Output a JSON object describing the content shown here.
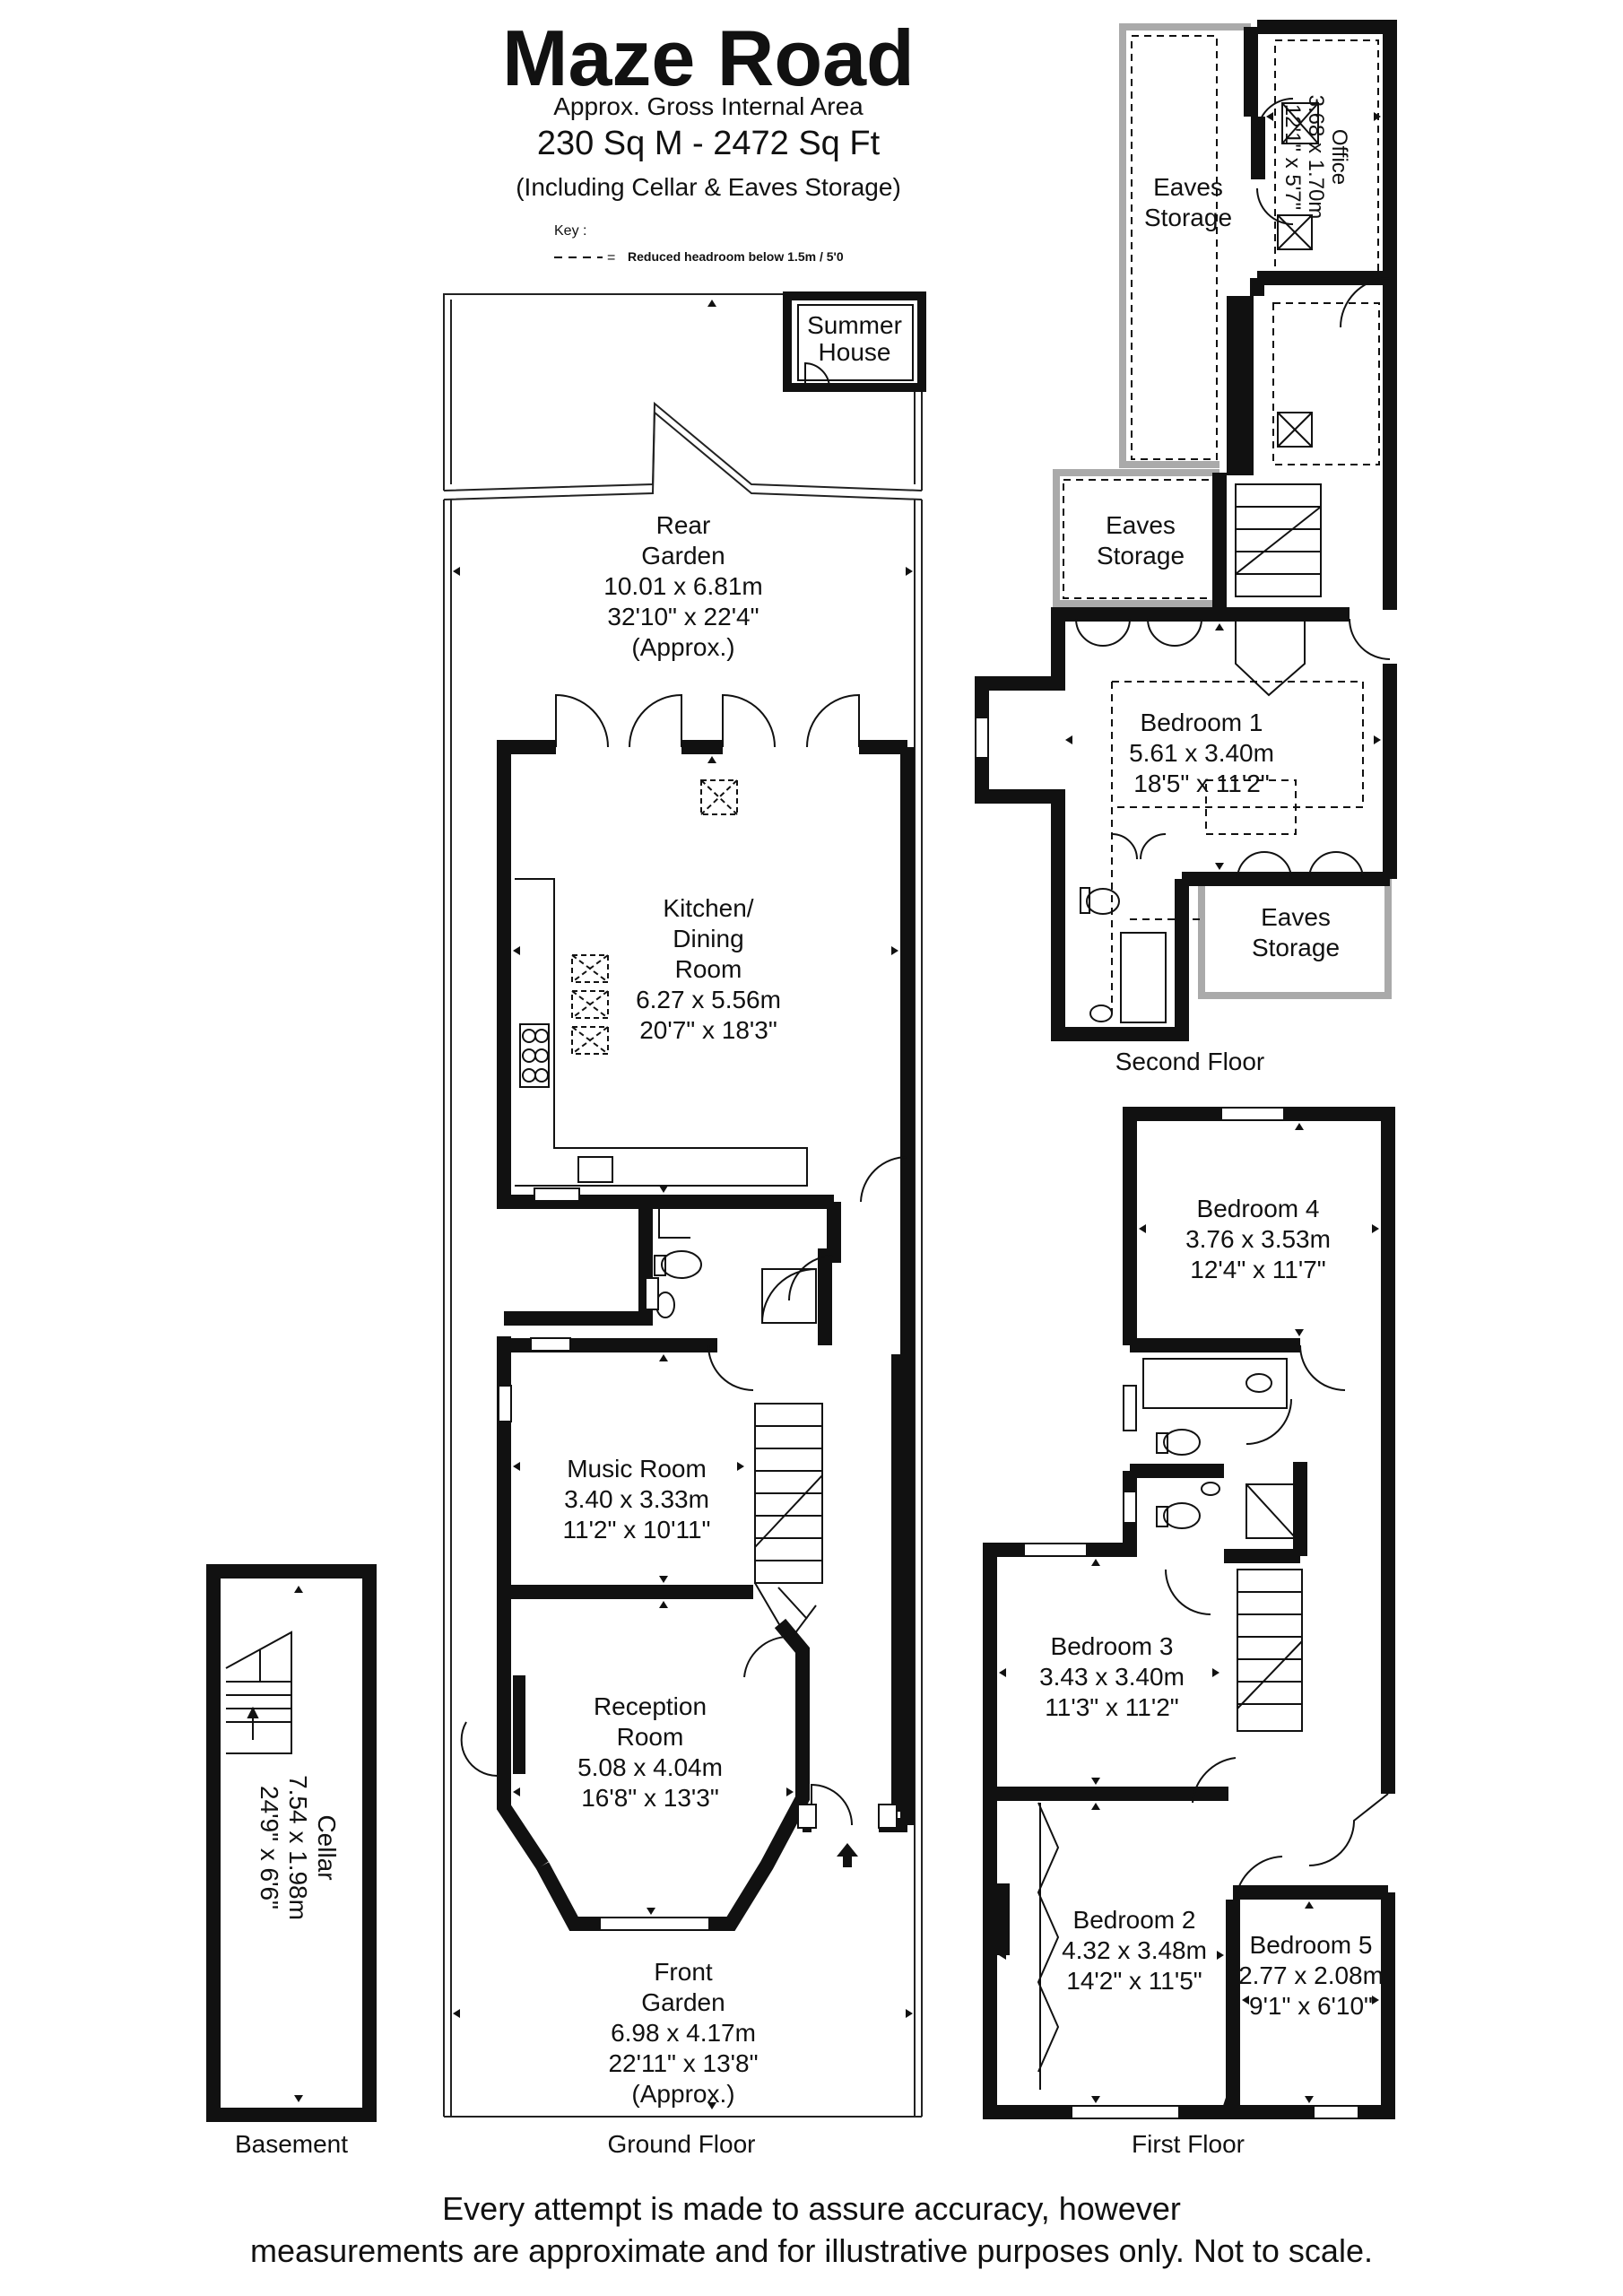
{
  "header": {
    "title": "Maze Road",
    "subtitle": "Approx. Gross Internal Area",
    "area": "230 Sq M  -  2472 Sq Ft",
    "note": "(Including Cellar & Eaves Storage)",
    "key_title": "Key :",
    "key_text": "Reduced  headroom below 1.5m / 5'0"
  },
  "floors": {
    "basement": "Basement",
    "ground": "Ground Floor",
    "first": "First Floor",
    "second": "Second Floor"
  },
  "rooms": {
    "summer_house": [
      "Summer",
      "House"
    ],
    "rear_garden": [
      "Rear",
      "Garden",
      "10.01 x 6.81m",
      "32'10\" x 22'4\"",
      "(Approx.)"
    ],
    "kitchen": [
      "Kitchen/",
      "Dining",
      "Room",
      "6.27 x 5.56m",
      "20'7\" x 18'3\""
    ],
    "music": [
      "Music Room",
      "3.40 x 3.33m",
      "11'2\" x 10'11\""
    ],
    "reception": [
      "Reception",
      "Room",
      "5.08 x 4.04m",
      "16'8\" x 13'3\""
    ],
    "front_garden": [
      "Front",
      "Garden",
      "6.98 x 4.17m",
      "22'11\" x 13'8\"",
      "(Approx.)"
    ],
    "cellar": [
      "Cellar",
      "7.54 x 1.98m",
      "24'9\" x 6'6\""
    ],
    "bedroom4": [
      "Bedroom 4",
      "3.76 x 3.53m",
      "12'4\" x 11'7\""
    ],
    "bedroom3": [
      "Bedroom 3",
      "3.43 x 3.40m",
      "11'3\" x 11'2\""
    ],
    "bedroom2": [
      "Bedroom 2",
      "4.32 x 3.48m",
      "14'2\" x 11'5\""
    ],
    "bedroom5": [
      "Bedroom 5",
      "2.77 x 2.08m",
      "9'1\" x 6'10\""
    ],
    "bedroom1": [
      "Bedroom 1",
      "5.61 x 3.40m",
      "18'5\" x 11'2\""
    ],
    "office": [
      "Office",
      "3.68 x 1.70m",
      "12'1\" x 5'7\""
    ],
    "eaves_top": [
      "Eaves",
      "Storage"
    ],
    "eaves_mid": [
      "Eaves",
      "Storage"
    ],
    "eaves_right": [
      "Eaves",
      "Storage"
    ]
  },
  "footer": {
    "line1": "Every attempt is made to assure accuracy, however",
    "line2": "measurements are approximate and for illustrative purposes only. Not to scale."
  }
}
